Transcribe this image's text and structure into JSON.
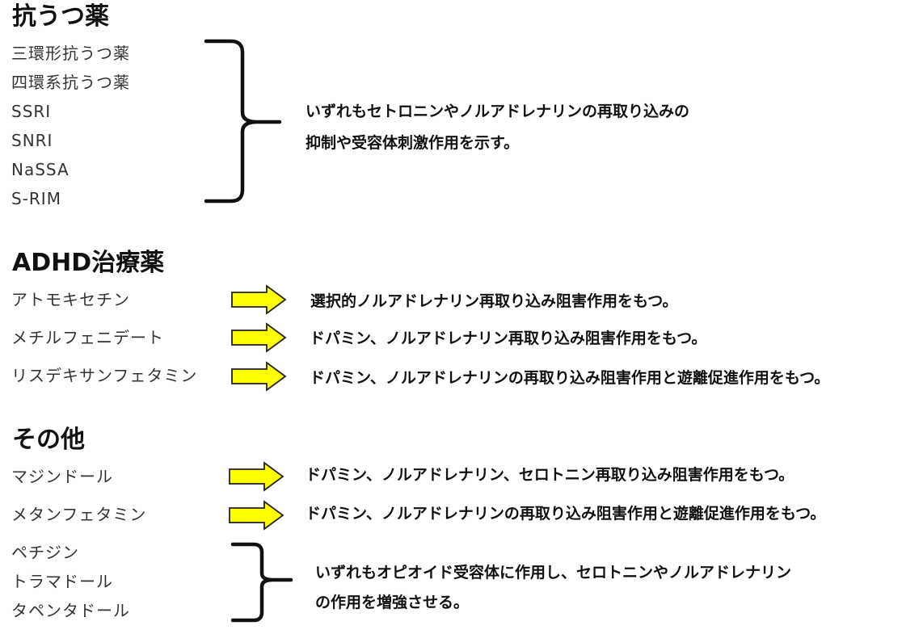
{
  "antidepressants": {
    "title": "抗うつ薬",
    "items": [
      "三環形抗うつ薬",
      "四環系抗うつ薬",
      "SSRI",
      "SNRI",
      "NaSSA",
      "S-RIM"
    ],
    "description_line1": "いずれもセトロニンやノルアドレナリンの再取り込みの",
    "description_line2": "抑制や受容体刺激作用を示す。"
  },
  "adhd": {
    "title": "ADHD治療薬",
    "rows": [
      {
        "name": "アトモキセチン",
        "effect": "選択的ノルアドレナリン再取り込み阻害作用をもつ。"
      },
      {
        "name": "メチルフェニデート",
        "effect": "ドパミン、ノルアドレナリン再取り込み阻害作用をもつ。"
      },
      {
        "name": "リスデキサンフェタミン",
        "effect": "ドパミン、ノルアドレナリンの再取り込み阻害作用と遊離促進作用をもつ。"
      }
    ]
  },
  "other": {
    "title": "その他",
    "rows": [
      {
        "name": "マジンドール",
        "effect": "ドパミン、ノルアドレナリン、セロトニン再取り込み阻害作用をもつ。"
      },
      {
        "name": "メタンフェタミン",
        "effect": "ドパミン、ノルアドレナリンの再取り込み阻害作用と遊離促進作用をもつ。"
      }
    ],
    "group_items": [
      "ペチジン",
      "トラマドール",
      "タペンタドール"
    ],
    "group_line1": "いずれもオピオイド受容体に作用し、セロトニンやノルアドレナリン",
    "group_line2": "の作用を増強させる。"
  },
  "colors": {
    "arrow_fill": "#ffff00",
    "arrow_stroke": "#222222",
    "text": "#111111"
  }
}
